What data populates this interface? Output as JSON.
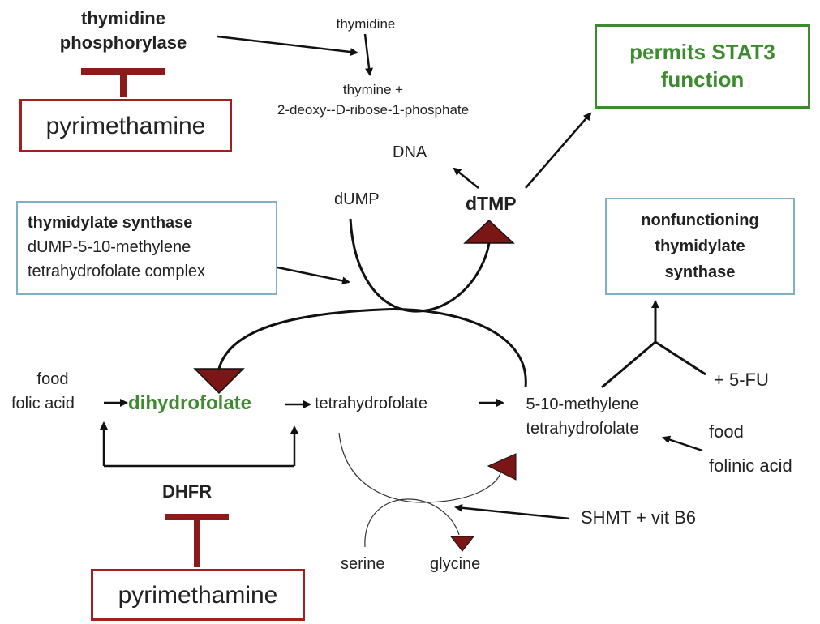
{
  "colors": {
    "inhibitor_red": "#8b1a1a",
    "box_teal": "#7fb0c4",
    "highlight_green": "#3d8b2f",
    "line_black": "#111111"
  },
  "top_left": {
    "enzyme_line1": "thymidine",
    "enzyme_line2": "phosphorylase",
    "inhibitor": "pyrimethamine"
  },
  "top_center": {
    "substrate": "thymidine",
    "product_line1": "thymine +",
    "product_line2": "2-deoxy--D-ribose-1-phosphate"
  },
  "stat3_box": {
    "line1": "permits STAT3",
    "line2": "function"
  },
  "cycle": {
    "dna": "DNA",
    "dump": "dUMP",
    "dtmp": "dTMP",
    "dihydrofolate": "dihydrofolate",
    "tetrahydrofolate": "tetrahydrofolate",
    "methylene_line1": "5-10-methylene",
    "methylene_line2": "tetrahydrofolate"
  },
  "ts_box": {
    "title": "thymidylate synthase",
    "line2": "dUMP-5-10-methylene",
    "line3": "tetrahydrofolate complex"
  },
  "nonfunctioning_box": {
    "line1": "nonfunctioning",
    "line2": "thymidylate",
    "line3": "synthase"
  },
  "fu_label": "+ 5-FU",
  "left_inputs": {
    "food": "food",
    "folic_acid": "folic acid"
  },
  "right_inputs": {
    "food": "food",
    "folinic_acid": "folinic acid"
  },
  "dhfr": {
    "label": "DHFR",
    "inhibitor": "pyrimethamine"
  },
  "shmt": {
    "label": "SHMT + vit B6",
    "serine": "serine",
    "glycine": "glycine"
  }
}
